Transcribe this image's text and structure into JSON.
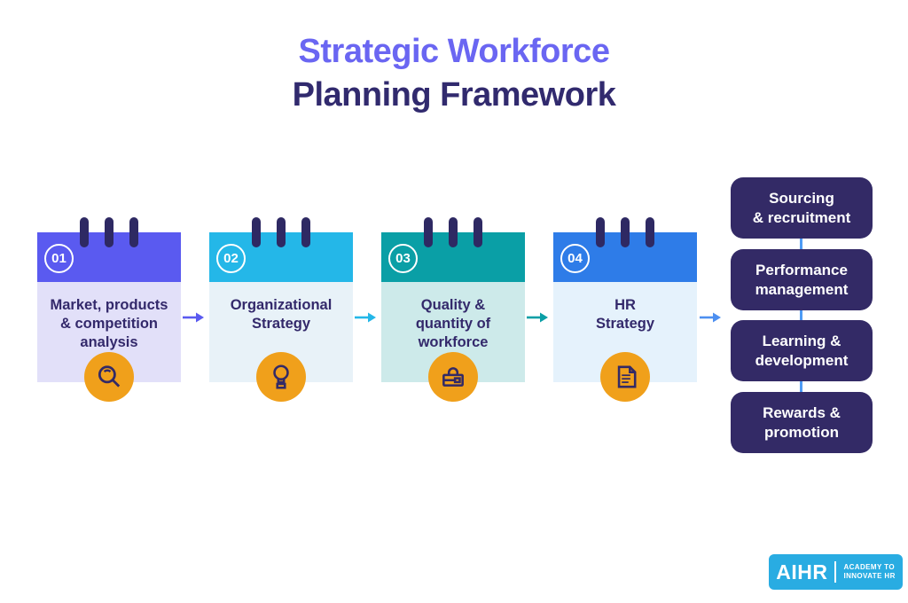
{
  "title": {
    "line1": "Strategic Workforce",
    "line2": "Planning Framework"
  },
  "colors": {
    "title_line1": "#6A66F2",
    "title_line2": "#312A6E",
    "card_text": "#33296B",
    "pin": "#2E2963",
    "icon_bg": "#F0A01B",
    "icon_stroke": "#332A66",
    "outcome_bg": "#332A66",
    "outcome_text": "#FFFFFF",
    "connector": "#4D9BF5",
    "logo_bg": "#29ACE2"
  },
  "steps": [
    {
      "number": "01",
      "label": "Market, products\n& competition\nanalysis",
      "icon": "search-icon",
      "header_color": "#5A5AF0",
      "body_color": "#E2E0F9",
      "arrow_color": "#5A5AF0"
    },
    {
      "number": "02",
      "label": "Organizational\nStrategy",
      "icon": "lightbulb-icon",
      "header_color": "#24B7E8",
      "body_color": "#E8F2F8",
      "arrow_color": "#24B7E8"
    },
    {
      "number": "03",
      "label": "Quality &\nquantity of\nworkforce",
      "icon": "briefcase-icon",
      "header_color": "#0A9FA6",
      "body_color": "#CDEAEA",
      "arrow_color": "#0A9FA6"
    },
    {
      "number": "04",
      "label": "HR\nStrategy",
      "icon": "document-icon",
      "header_color": "#2E7CE8",
      "body_color": "#E5F2FC",
      "arrow_color": "#4D8FF0"
    }
  ],
  "outcomes": [
    {
      "label": "Sourcing\n& recruitment"
    },
    {
      "label": "Performance\nmanagement"
    },
    {
      "label": "Learning &\ndevelopment"
    },
    {
      "label": "Rewards &\npromotion"
    }
  ],
  "logo": {
    "brand": "AIHR",
    "tagline_line1": "ACADEMY TO",
    "tagline_line2": "INNOVATE HR"
  }
}
